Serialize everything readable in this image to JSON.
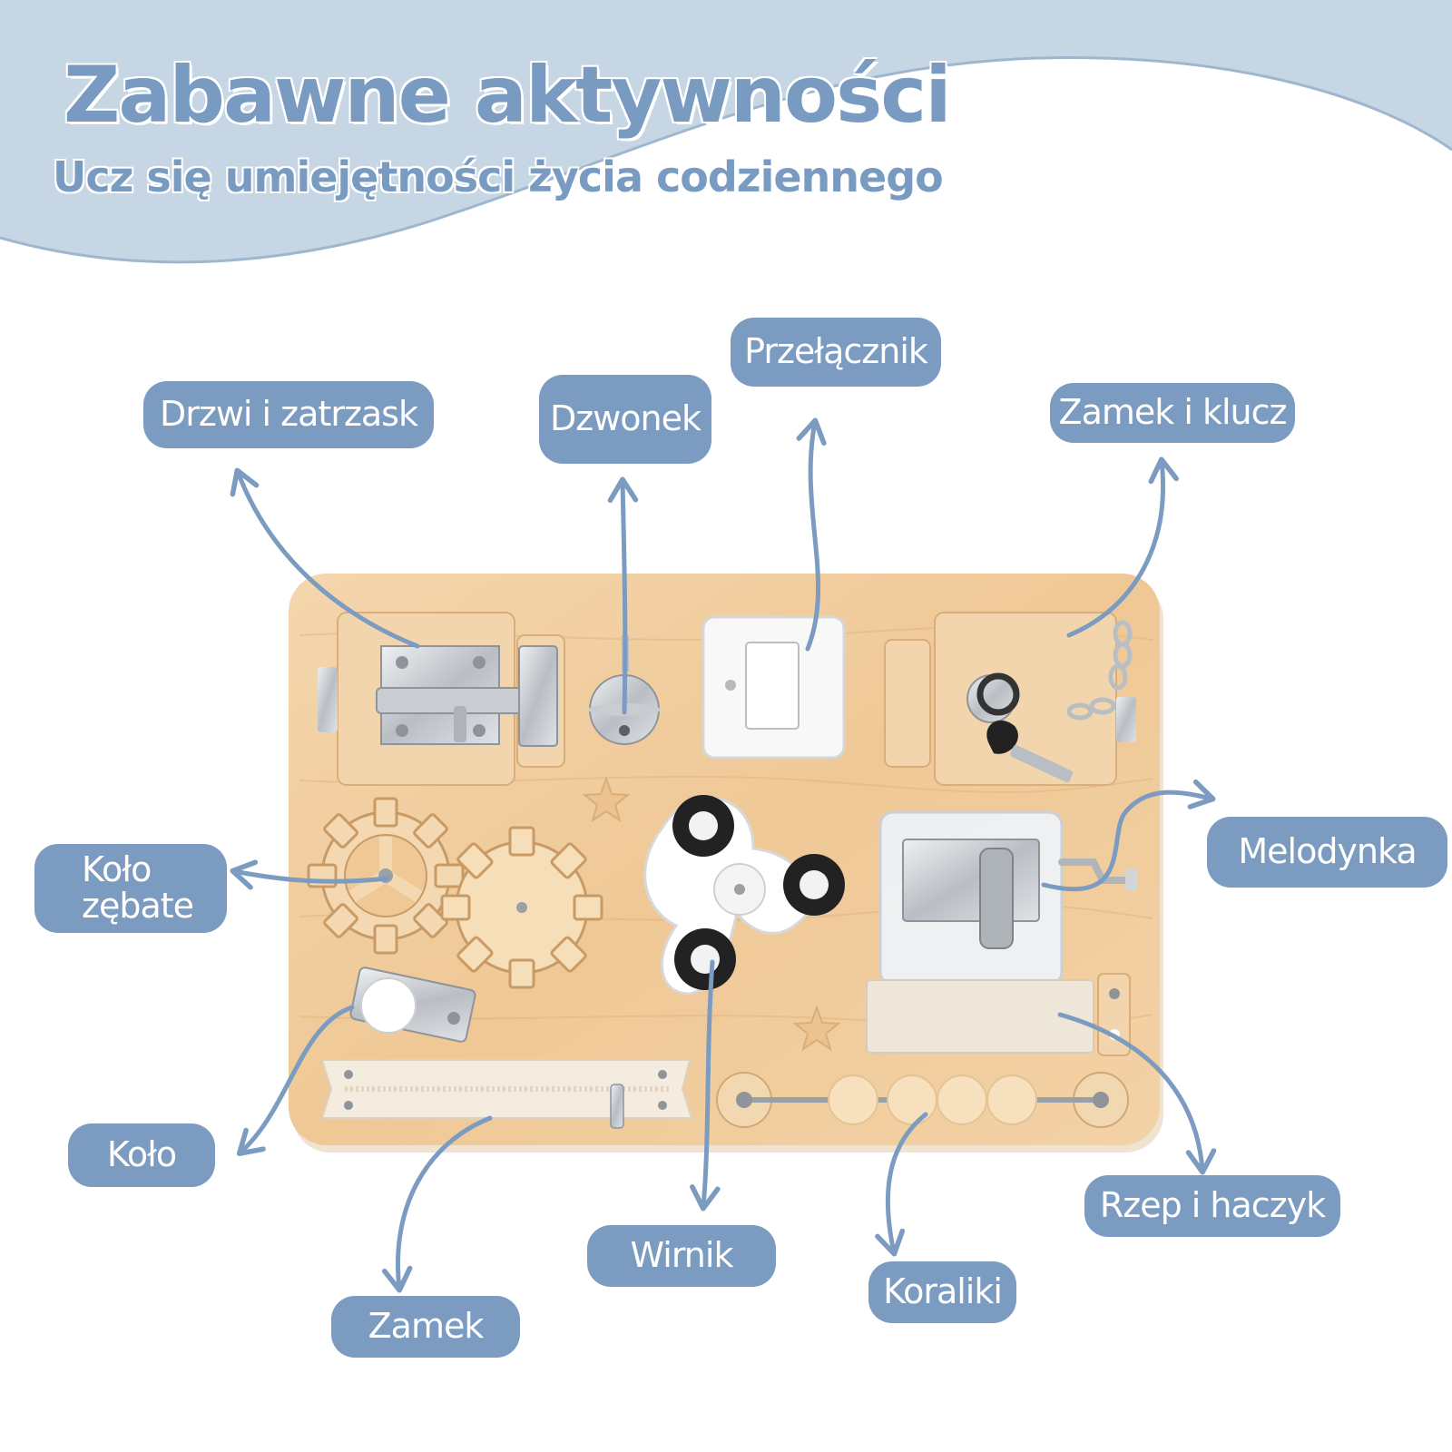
{
  "header": {
    "title": "Zabawne aktywności",
    "subtitle": "Ucz się umiejętności życia codziennego"
  },
  "labels": {
    "door_latch": "Drzwi i zatrzask",
    "bell": "Dzwonek",
    "switch": "Przełącznik",
    "lock_key": "Zamek i klucz",
    "gear_line1": "Koło",
    "gear_line2": "zębate",
    "music_box": "Melodynka",
    "wheel": "Koło",
    "zipper": "Zamek",
    "spinner": "Wirnik",
    "beads": "Koraliki",
    "velcro_hook": "Rzep i haczyk"
  },
  "colors": {
    "accent": "#7b9bc0",
    "header_band": "#c6d6e4",
    "wood": "#f0cc9e"
  }
}
